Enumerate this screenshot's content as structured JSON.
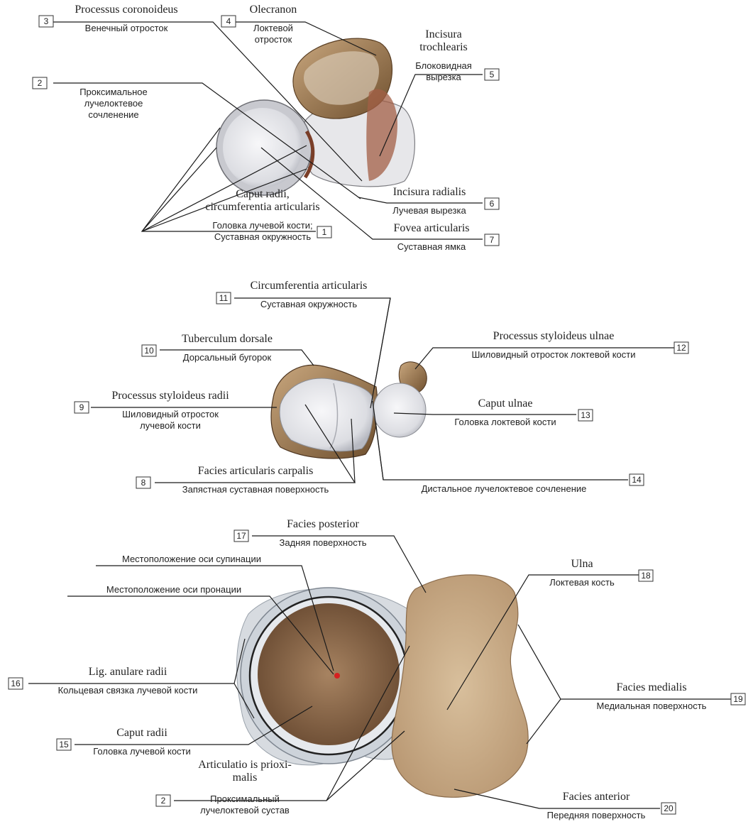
{
  "labels": {
    "l1": {
      "num": "1",
      "lat": [
        "Caput radii,",
        "circumferentia articularis"
      ],
      "rus": [
        "Головка лучевой кости;",
        "Суставная окружность"
      ]
    },
    "l2a": {
      "num": "2",
      "lat": [],
      "rus": [
        "Проксимальное",
        "лучелоктевое",
        "сочленение"
      ]
    },
    "l3": {
      "num": "3",
      "lat": [
        "Processus coronoideus"
      ],
      "rus": [
        "Венечный отросток"
      ]
    },
    "l4": {
      "num": "4",
      "lat": [
        "Olecranon"
      ],
      "rus": [
        "Локтевой",
        "отросток"
      ]
    },
    "l5": {
      "num": "5",
      "lat": [
        "Incisura",
        "trochlearis"
      ],
      "rus": [
        "Блоковидная",
        "вырезка"
      ]
    },
    "l6": {
      "num": "6",
      "lat": [
        "Incisura radialis"
      ],
      "rus": [
        "Лучевая вырезка"
      ]
    },
    "l7": {
      "num": "7",
      "lat": [
        "Fovea articularis"
      ],
      "rus": [
        "Суставная ямка"
      ]
    },
    "l8": {
      "num": "8",
      "lat": [
        "Facies articularis carpalis"
      ],
      "rus": [
        "Запястная суставная поверхность"
      ]
    },
    "l9": {
      "num": "9",
      "lat": [
        "Processus styloideus radii"
      ],
      "rus": [
        "Шиловидный отросток",
        "лучевой кости"
      ]
    },
    "l10": {
      "num": "10",
      "lat": [
        "Tuberculum dorsale"
      ],
      "rus": [
        "Дорсальный бугорок"
      ]
    },
    "l11": {
      "num": "11",
      "lat": [
        "Circumferentia articularis"
      ],
      "rus": [
        "Суставная окружность"
      ]
    },
    "l12": {
      "num": "12",
      "lat": [
        "Processus styloideus ulnae"
      ],
      "rus": [
        "Шиловидный отросток локтевой кости"
      ]
    },
    "l13": {
      "num": "13",
      "lat": [
        "Caput ulnae"
      ],
      "rus": [
        "Головка локтевой кости"
      ]
    },
    "l14": {
      "num": "14",
      "lat": [],
      "rus": [
        "Дистальное лучелоктевое сочленение"
      ]
    },
    "l15": {
      "num": "15",
      "lat": [
        "Caput radii"
      ],
      "rus": [
        "Головка лучевой кости"
      ]
    },
    "l16": {
      "num": "16",
      "lat": [
        "Lig. anulare radii"
      ],
      "rus": [
        "Кольцевая связка лучевой кости"
      ]
    },
    "l17": {
      "num": "17",
      "lat": [
        "Facies posterior"
      ],
      "rus": [
        "Задняя поверхность"
      ]
    },
    "l18": {
      "num": "18",
      "lat": [
        "Ulna"
      ],
      "rus": [
        "Локтевая кость"
      ]
    },
    "l19": {
      "num": "19",
      "lat": [
        "Facies medialis"
      ],
      "rus": [
        "Медиальная поверхность"
      ]
    },
    "l20": {
      "num": "20",
      "lat": [
        "Facies anterior"
      ],
      "rus": [
        "Передняя поверхность"
      ]
    },
    "l2b": {
      "num": "2",
      "lat": [
        "Articulatio is prioxi-",
        "malis"
      ],
      "rus": [
        "Проксимальный",
        "лучелоктевой сустав"
      ]
    },
    "sup": {
      "rus": [
        "Местоположение оси супинации"
      ]
    },
    "pro": {
      "rus": [
        "Местоположение оси пронации"
      ]
    }
  },
  "colors": {
    "bone_cartilage": "#e9e9ec",
    "bone_brown": "#8a6a45",
    "spongy": "#c9ab86",
    "ligament": "#c5ccd3",
    "axis_mark": "#d62020"
  }
}
